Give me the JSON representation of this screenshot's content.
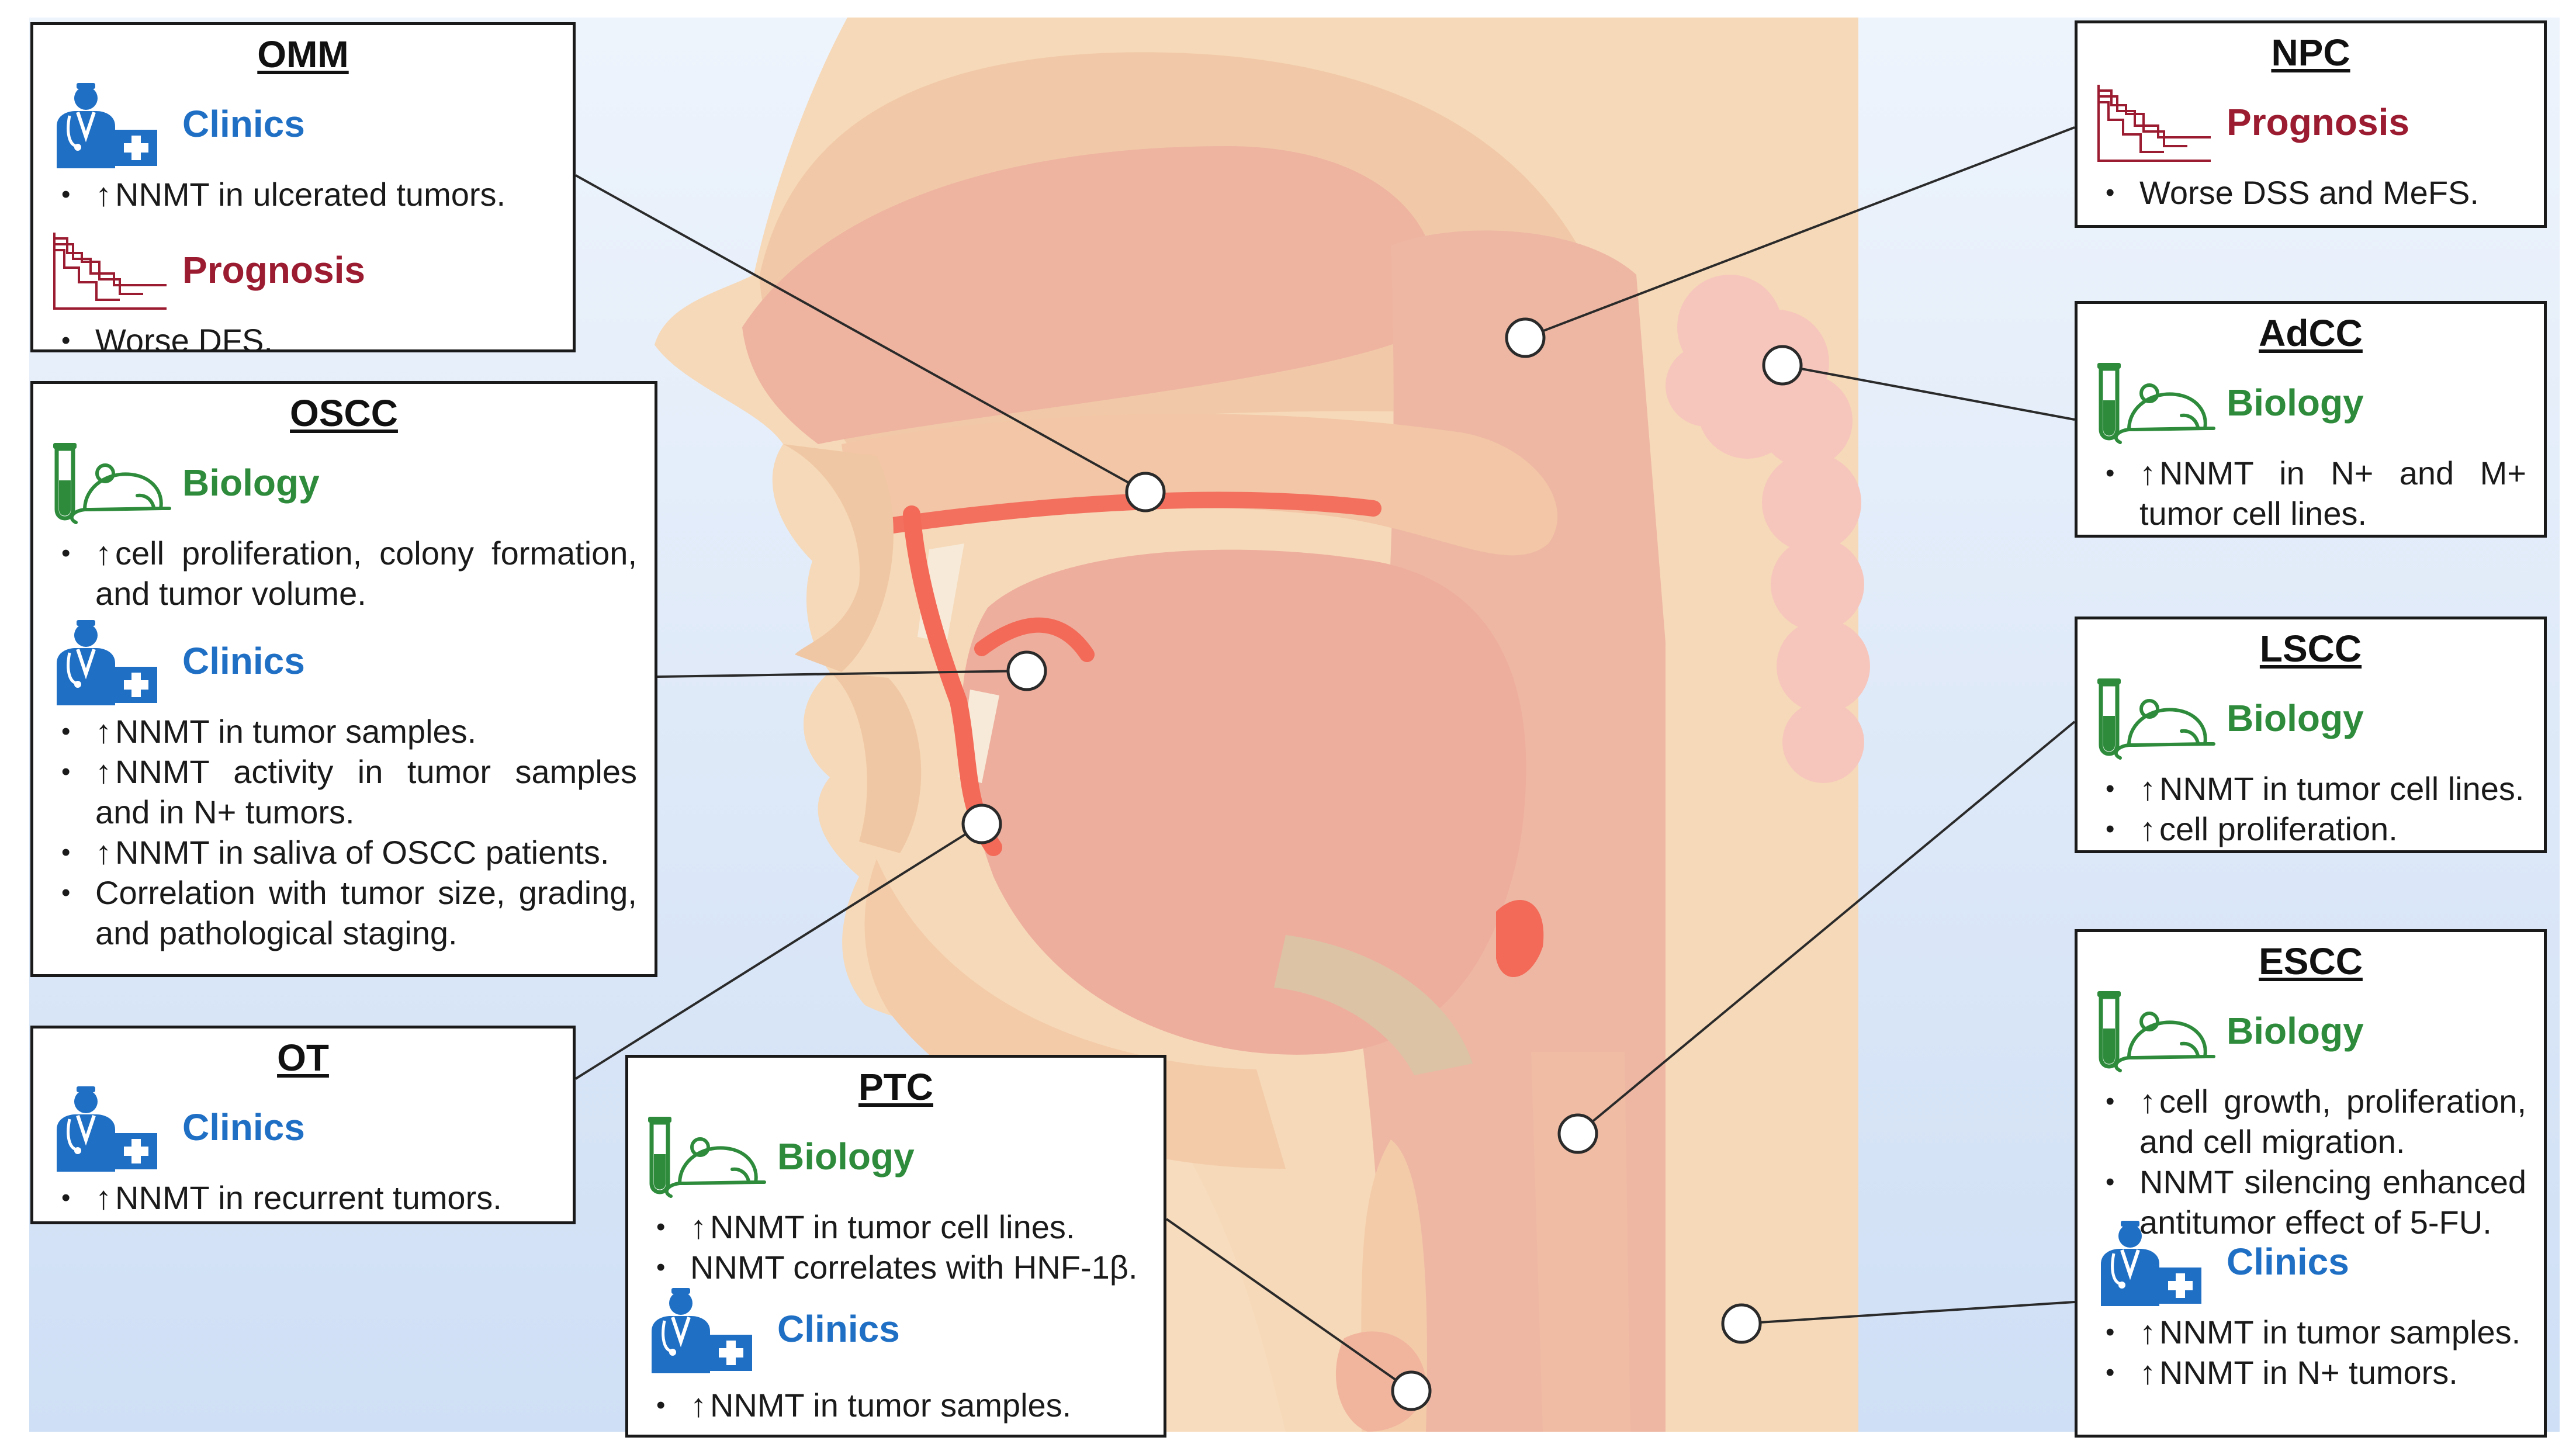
{
  "colors": {
    "clinics": "#1f6fc5",
    "prognosis": "#9b1b30",
    "biology": "#2e8b3c",
    "sky": "#d3e3f7",
    "skin": "#f6dcbc",
    "tissue": "#eeb7a3",
    "mucosa": "#f26b5b"
  },
  "boxes": [
    {
      "id": "omm",
      "title": "OMM",
      "sections": [
        {
          "kind": "clinics",
          "icon": "doctor-icon",
          "label": "Clinics",
          "items": [
            {
              "up": true,
              "text": "NNMT in ulcerated tumors."
            }
          ]
        },
        {
          "kind": "prognosis",
          "icon": "survival-curve-icon",
          "label": "Prognosis",
          "items": [
            {
              "up": false,
              "text": "Worse DFS."
            }
          ]
        }
      ]
    },
    {
      "id": "oscc",
      "title": "OSCC",
      "sections": [
        {
          "kind": "biology",
          "icon": "test-tube-mouse-icon",
          "label": "Biology",
          "items": [
            {
              "up": true,
              "text": "cell proliferation, colony formation, and tumor volume."
            }
          ]
        },
        {
          "kind": "clinics",
          "icon": "doctor-icon",
          "label": "Clinics",
          "items": [
            {
              "up": true,
              "text": "NNMT in tumor samples."
            },
            {
              "up": true,
              "text": "NNMT activity in tumor samples and in N+ tumors."
            },
            {
              "up": true,
              "text": "NNMT in saliva of OSCC patients."
            },
            {
              "up": false,
              "text": "Correlation with tumor size, grading, and pathological staging."
            }
          ]
        }
      ]
    },
    {
      "id": "ot",
      "title": "OT",
      "sections": [
        {
          "kind": "clinics",
          "icon": "doctor-icon",
          "label": "Clinics",
          "items": [
            {
              "up": true,
              "text": "NNMT in recurrent tumors."
            }
          ]
        }
      ]
    },
    {
      "id": "ptc",
      "title": "PTC",
      "sections": [
        {
          "kind": "biology",
          "icon": "test-tube-mouse-icon",
          "label": "Biology",
          "items": [
            {
              "up": true,
              "text": "NNMT in tumor cell lines."
            },
            {
              "up": false,
              "text": "NNMT correlates with HNF-1β."
            }
          ]
        },
        {
          "kind": "clinics",
          "icon": "doctor-icon",
          "label": "Clinics",
          "items": [
            {
              "up": true,
              "text": "NNMT in tumor samples."
            }
          ]
        }
      ]
    },
    {
      "id": "npc",
      "title": "NPC",
      "sections": [
        {
          "kind": "prognosis",
          "icon": "survival-curve-icon",
          "label": "Prognosis",
          "items": [
            {
              "up": false,
              "text": "Worse DSS and MeFS."
            }
          ]
        }
      ]
    },
    {
      "id": "adcc",
      "title": "AdCC",
      "sections": [
        {
          "kind": "biology",
          "icon": "test-tube-mouse-icon",
          "label": "Biology",
          "items": [
            {
              "up": true,
              "text": "NNMT in N+ and M+ tumor cell lines."
            }
          ]
        }
      ]
    },
    {
      "id": "lscc",
      "title": "LSCC",
      "sections": [
        {
          "kind": "biology",
          "icon": "test-tube-mouse-icon",
          "label": "Biology",
          "items": [
            {
              "up": true,
              "text": "NNMT in tumor cell lines."
            },
            {
              "up": true,
              "text": "cell proliferation."
            }
          ]
        }
      ]
    },
    {
      "id": "escc",
      "title": "ESCC",
      "sections": [
        {
          "kind": "biology",
          "icon": "test-tube-mouse-icon",
          "label": "Biology",
          "items": [
            {
              "up": true,
              "text": "cell growth, proliferation, and cell migration."
            },
            {
              "up": false,
              "text": "NNMT silencing enhanced antitumor effect of 5-FU."
            }
          ]
        },
        {
          "kind": "clinics",
          "icon": "doctor-icon",
          "label": "Clinics",
          "items": [
            {
              "up": true,
              "text": "NNMT in tumor samples."
            },
            {
              "up": true,
              "text": "NNMT in N+ tumors."
            }
          ]
        }
      ]
    }
  ]
}
